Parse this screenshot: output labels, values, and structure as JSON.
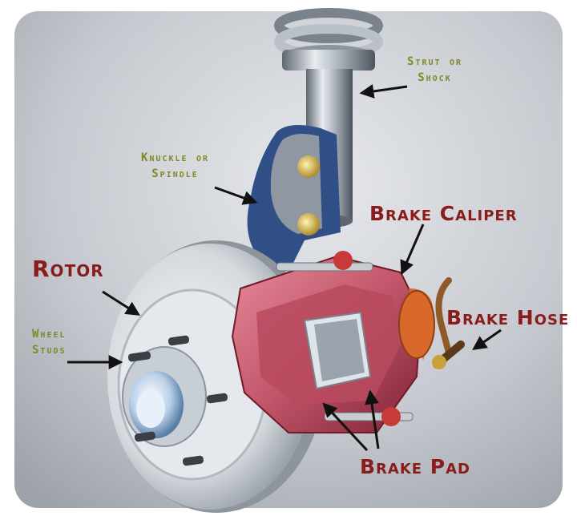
{
  "labels": {
    "strut": [
      "Strut or",
      "Shock"
    ],
    "knuckle": [
      "Knuckle or",
      "Spindle"
    ],
    "caliper": "Brake Caliper",
    "rotor": "Rotor",
    "hose": "Brake Hose",
    "studs": [
      "Wheel",
      "Studs"
    ],
    "pad": "Brake Pad"
  },
  "colors": {
    "label_red": "#8a1c1c",
    "label_green": "#7d8a26",
    "caliper": "#c2566a",
    "hose_fitting": "#d9692a",
    "rotor": "#d8dce2",
    "strut_steel": "#8e97a2",
    "knuckle_blue": "#2f4f86",
    "background": "#c9ccd2"
  }
}
